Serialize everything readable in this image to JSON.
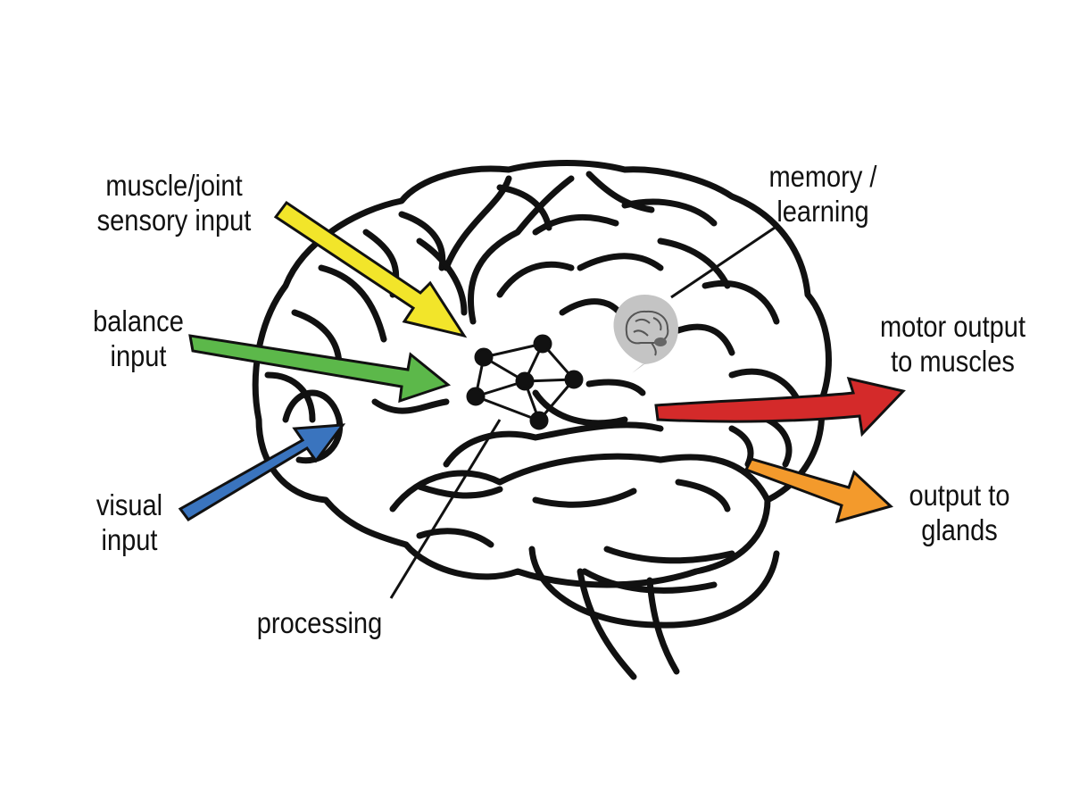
{
  "labels": {
    "muscle_joint": [
      "muscle/joint",
      "sensory input"
    ],
    "balance": [
      "balance",
      "input"
    ],
    "visual": [
      "visual",
      "input"
    ],
    "processing": [
      "processing"
    ],
    "memory": [
      "memory /",
      "learning"
    ],
    "motor": [
      "motor output",
      "to muscles"
    ],
    "glands": [
      "output to",
      "glands"
    ]
  },
  "colors": {
    "yellow_arrow": "#f2e52a",
    "green_arrow": "#5cb84a",
    "blue_arrow": "#3a74be",
    "red_arrow": "#d42a2a",
    "orange_arrow": "#f39a2c",
    "outline": "#111111",
    "memory_bubble": "#c4c4c4"
  },
  "icons": [
    "brain-outline-icon",
    "neural-network-icon",
    "memory-brain-icon"
  ]
}
